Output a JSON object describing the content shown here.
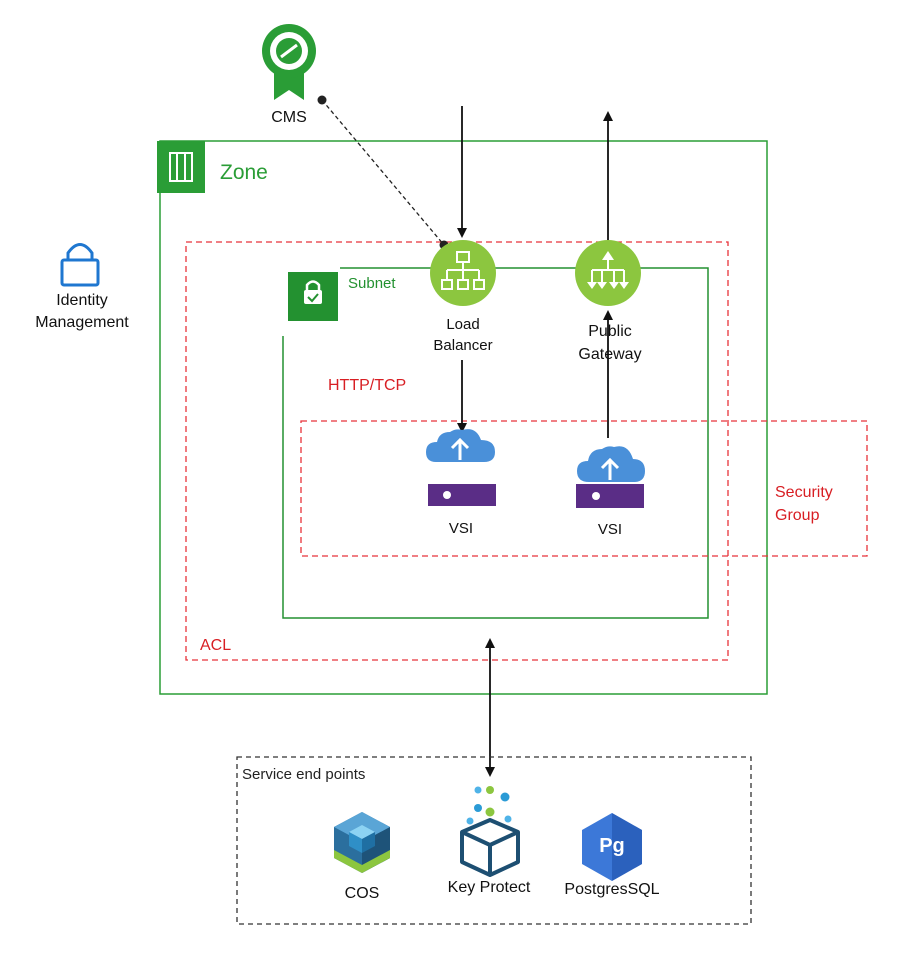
{
  "labels": {
    "cms": "CMS",
    "zone": "Zone",
    "identity_line1": "Identity",
    "identity_line2": "Management",
    "subnet": "Subnet",
    "lb_line1": "Load",
    "lb_line2": "Balancer",
    "pg_line1": "Public",
    "pg_line2": "Gateway",
    "http_tcp": "HTTP/TCP",
    "vsi_left": "VSI",
    "vsi_right": "VSI",
    "sg_line1": "Security",
    "sg_line2": "Group",
    "acl": "ACL",
    "service_endpoints": "Service end points",
    "cos": "COS",
    "key_protect": "Key Protect",
    "postgres": "PostgresSQL",
    "pg_icon_text": "Pg"
  },
  "colors": {
    "zone_green": "#2a9d36",
    "subnet_green": "#239130",
    "node_green": "#8cc63f",
    "dashed_red": "#e8333a",
    "red_text": "#d81e23",
    "cloud_blue": "#4a90d9",
    "server_purple": "#5a2d86",
    "identity_blue": "#1f77d0",
    "arrow_black": "#111111"
  },
  "icons": {
    "cms": "certificate-badge-icon",
    "zone": "zone-building-icon",
    "identity": "lock-icon",
    "subnet": "subnet-lock-icon",
    "load_balancer": "load-balancer-icon",
    "public_gateway": "public-gateway-icon",
    "vsi": "cloud-upload-server-icon",
    "cos": "object-storage-cube-icon",
    "key_protect": "key-protect-icon",
    "postgres": "postgres-hexagon-icon"
  }
}
